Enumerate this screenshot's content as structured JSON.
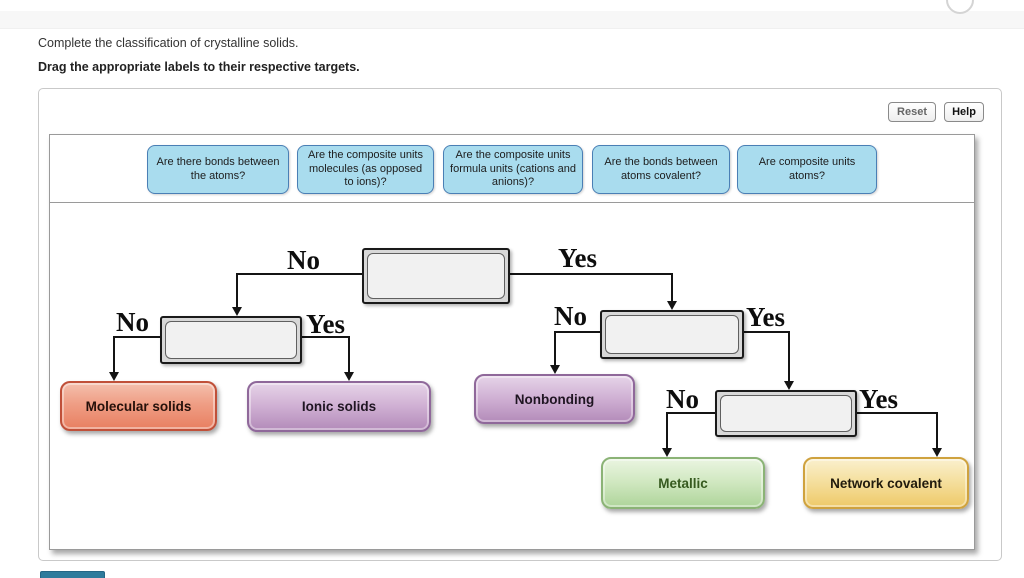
{
  "header": {
    "instruction": "Complete the classification of crystalline solids.",
    "drag_instruction": "Drag the appropriate labels to their respective targets."
  },
  "panel": {
    "reset_label": "Reset",
    "help_label": "Help"
  },
  "drag_labels": [
    "Are there bonds between the atoms?",
    "Are the composite units molecules (as opposed to ions)?",
    "Are the composite units formula units (cations and anions)?",
    "Are the bonds between atoms covalent?",
    "Are composite units atoms?"
  ],
  "flowchart": {
    "no_label": "No",
    "yes_label": "Yes",
    "target_count": 4,
    "results": [
      {
        "label": "Molecular solids",
        "color": "#e8947a"
      },
      {
        "label": "Ionic solids",
        "color": "#c7a3cb"
      },
      {
        "label": "Nonbonding",
        "color": "#c7a3cb"
      },
      {
        "label": "Metallic",
        "color": "#bedaa8"
      },
      {
        "label": "Network covalent",
        "color": "#f2d488"
      }
    ]
  },
  "colors": {
    "drag_label_bg": "#a9dcee",
    "drag_label_border": "#4a7fb5",
    "submit_button_teal": "#2e7b9c"
  }
}
